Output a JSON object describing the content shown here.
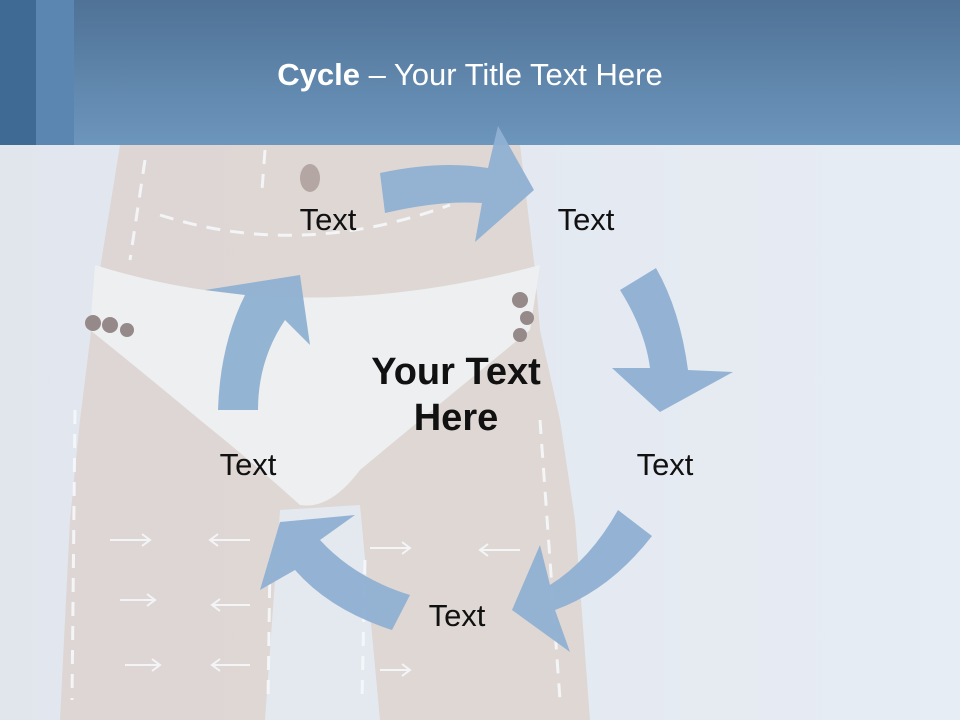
{
  "slide": {
    "title_bold": "Cycle",
    "title_rest": " – Your Title Text Here",
    "center_line1": "Your Text",
    "center_line2": "Here",
    "labels": [
      "Text",
      "Text",
      "Text",
      "Text",
      "Text"
    ]
  },
  "colors": {
    "header": "#6d96bd",
    "arrow": "#8fb0d2",
    "background": "#e6ecf3"
  },
  "icons": [
    "circular-arrow-icon"
  ]
}
